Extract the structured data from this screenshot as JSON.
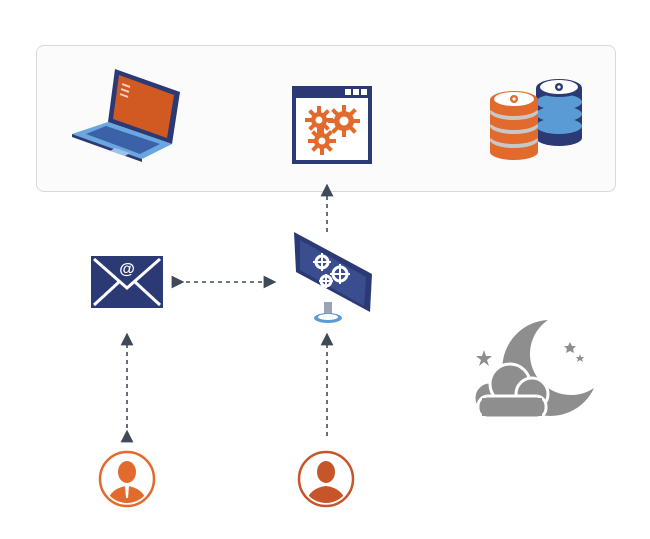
{
  "diagram": {
    "nodes": [
      {
        "id": "laptop",
        "icon": "laptop-icon"
      },
      {
        "id": "app-window",
        "icon": "app-window-gears-icon"
      },
      {
        "id": "databases",
        "icon": "database-stack-icon"
      },
      {
        "id": "email",
        "icon": "email-envelope-icon"
      },
      {
        "id": "monitor",
        "icon": "monitor-gears-icon"
      },
      {
        "id": "night",
        "icon": "moon-cloud-stars-icon"
      },
      {
        "id": "user-left",
        "icon": "user-avatar-icon"
      },
      {
        "id": "user-right",
        "icon": "user-avatar-icon"
      }
    ],
    "edges": [
      {
        "from": "monitor",
        "to": "app-window",
        "style": "dashed",
        "direction": "forward"
      },
      {
        "from": "email",
        "to": "monitor",
        "style": "dashed",
        "direction": "both"
      },
      {
        "from": "user-left",
        "to": "email",
        "style": "dashed",
        "direction": "both"
      },
      {
        "from": "user-right",
        "to": "monitor",
        "style": "dashed",
        "direction": "forward"
      }
    ],
    "colors": {
      "navy": "#2b3a74",
      "orange": "#e26a2c",
      "blue_light": "#5b9bd5",
      "gray": "#8e8e8e",
      "connector": "#3f4a59"
    }
  }
}
